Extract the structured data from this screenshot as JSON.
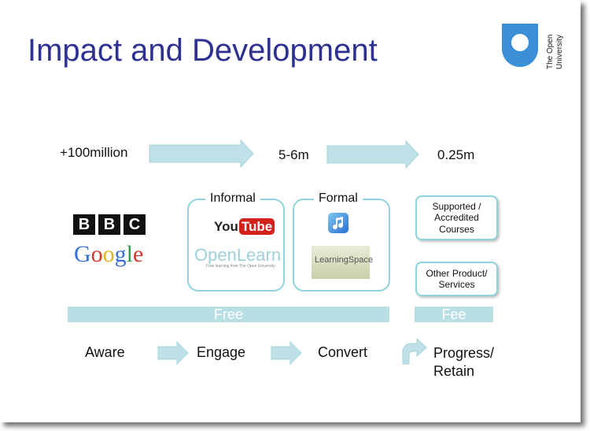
{
  "title": "Impact and Development",
  "logo": {
    "line1": "The Open",
    "line2": "University"
  },
  "scale": {
    "left": "+100million",
    "middle": "5-6m",
    "right": "0.25m"
  },
  "boxes": {
    "informal": {
      "label": "Informal",
      "youtube_you": "You",
      "youtube_tube": "Tube",
      "openlearn": "OpenLearn",
      "openlearn_sub": "Free learning from The Open University"
    },
    "formal": {
      "label": "Formal",
      "learningspace": "LearningSpace"
    }
  },
  "partners": {
    "bbc": [
      "B",
      "B",
      "C"
    ],
    "google": "Google"
  },
  "pills": {
    "supported": "Supported / Accredited Courses",
    "other": "Other Product/ Services"
  },
  "bars": {
    "free": "Free",
    "fee": "Fee"
  },
  "stages": {
    "aware": "Aware",
    "engage": "Engage",
    "convert": "Convert",
    "progress": "Progress/ Retain"
  },
  "colors": {
    "title": "#2e3192",
    "arrow": "#bde1e6",
    "border": "#8fd3dc",
    "bar": "#b9dfe4"
  }
}
